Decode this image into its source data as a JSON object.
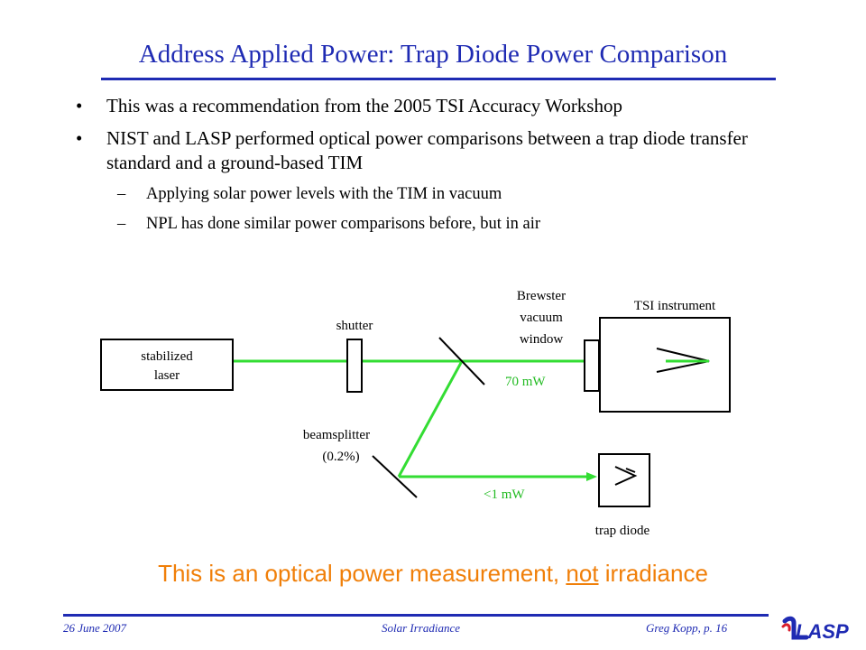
{
  "slide": {
    "title": "Address Applied Power: Trap Diode Power Comparison",
    "bullets": [
      "This was a recommendation from the 2005 TSI Accuracy Workshop",
      "NIST and LASP performed optical power comparisons between a trap diode transfer standard and a ground-based TIM"
    ],
    "sub_bullets": [
      "Applying solar power levels with the TIM in vacuum",
      "NPL has done similar power comparisons before, but in air"
    ],
    "bullet_char": "•",
    "dash_char": "–"
  },
  "diagram": {
    "laser_line1": "stabilized",
    "laser_line2": "laser",
    "shutter": "shutter",
    "window_line1": "Brewster",
    "window_line2": "vacuum",
    "window_line3": "window",
    "tsi": "TSI instrument",
    "beamsplitter_line1": "beamsplitter",
    "beamsplitter_line2": "(0.2%)",
    "power_main": "70 mW",
    "power_trap": "<1 mW",
    "trap": "trap diode",
    "colors": {
      "beam": "#33dd33",
      "power_label": "#22bb22"
    }
  },
  "tagline": {
    "before": "This is an optical power measurement, ",
    "emphasis": "not",
    "after": " irradiance"
  },
  "footer": {
    "date": "26 June 2007",
    "topic": "Solar Irradiance",
    "author": "Greg Kopp, p. 16",
    "logo": "LASP"
  }
}
